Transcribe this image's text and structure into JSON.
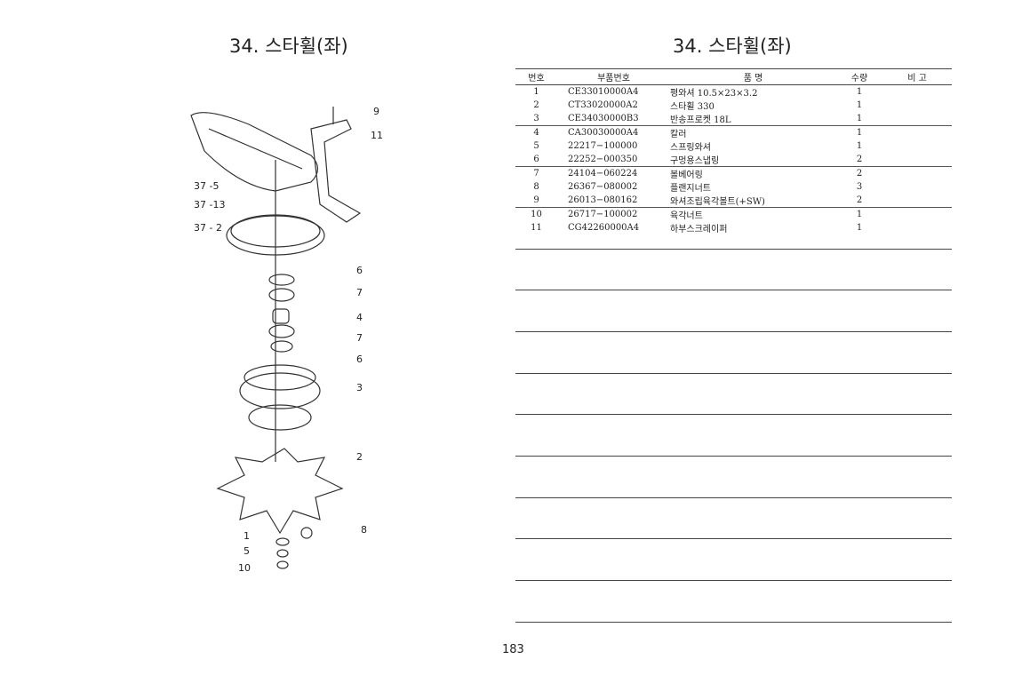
{
  "left_title": "34. 스타휠(좌)",
  "right_title": "34. 스타휠(좌)",
  "diagram_labels": [
    "9",
    "11",
    "37 -5",
    "37 -13",
    "37 - 2",
    "6",
    "7",
    "4",
    "7",
    "6",
    "3",
    "2",
    "8",
    "1",
    "5",
    "10"
  ],
  "table": {
    "headers": [
      "번호",
      "부품번호",
      "품    명",
      "수량",
      "비  고"
    ],
    "rows": [
      [
        "1",
        "CE33010000A4",
        "평와셔 10.5×23×3.2",
        "1",
        ""
      ],
      [
        "2",
        "CT33020000A2",
        "스타휠 330",
        "1",
        ""
      ],
      [
        "3",
        "CE34030000B3",
        "반송프로켓 18L",
        "1",
        ""
      ],
      [
        "4",
        "CA30030000A4",
        "칼러",
        "1",
        ""
      ],
      [
        "5",
        "22217−100000",
        "스프링와셔",
        "1",
        ""
      ],
      [
        "6",
        "22252−000350",
        "구멍용스냅링",
        "2",
        ""
      ],
      [
        "7",
        "24104−060224",
        "볼베어링",
        "2",
        ""
      ],
      [
        "8",
        "26367−080002",
        "플랜지너트",
        "3",
        ""
      ],
      [
        "9",
        "26013−080162",
        "와셔조립육각볼트(+SW)",
        "2",
        ""
      ],
      [
        "10",
        "26717−100002",
        "육각너트",
        "1",
        ""
      ],
      [
        "11",
        "CG42260000A4",
        "하부스크레이퍼",
        "1",
        ""
      ]
    ]
  },
  "page_number": "183"
}
